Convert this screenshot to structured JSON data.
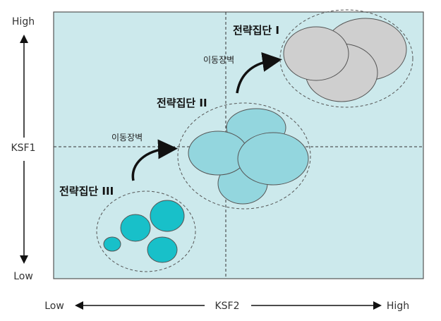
{
  "axes": {
    "y_title": "KSF1",
    "y_high": "High",
    "y_low": "Low",
    "x_title": "KSF2",
    "x_low": "Low",
    "x_high": "High"
  },
  "groups": {
    "group1": "전략집단 I",
    "group2": "전략집단 II",
    "group3": "전략집단 III"
  },
  "barriers": {
    "upper": "이동장벽",
    "lower": "이동장벽"
  },
  "colors": {
    "background_panel": "#cce9ec",
    "teal_light": "#93d6de",
    "teal_dark": "#18c0c9",
    "gray_ellipse": "#cfcfcf",
    "outline": "#555555"
  }
}
